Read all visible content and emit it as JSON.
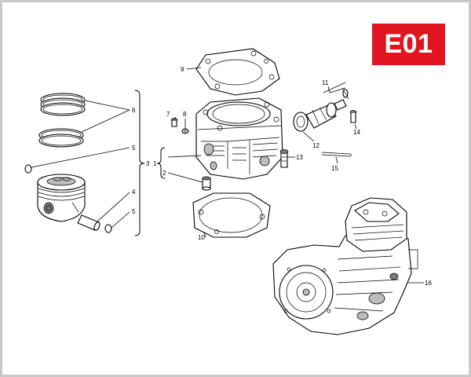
{
  "section_code": "E01",
  "accent_color": "#e0151f",
  "callouts": {
    "c1": "1",
    "c2": "2",
    "c3": "3",
    "c4": "4",
    "c5a": "5",
    "c5b": "5",
    "c6": "6",
    "c7": "7",
    "c8": "8",
    "c9": "9",
    "c10": "10",
    "c11": "11",
    "c12": "12",
    "c13": "13",
    "c14": "14",
    "c15": "15",
    "c16": "16"
  },
  "parts_shown": [
    "piston-rings",
    "piston",
    "piston-pin",
    "circlips",
    "cylinder",
    "cylinder-head-gasket",
    "cylinder-base-gasket",
    "stud-bolts",
    "thermostat",
    "hose-clamp",
    "engine-assembly"
  ]
}
